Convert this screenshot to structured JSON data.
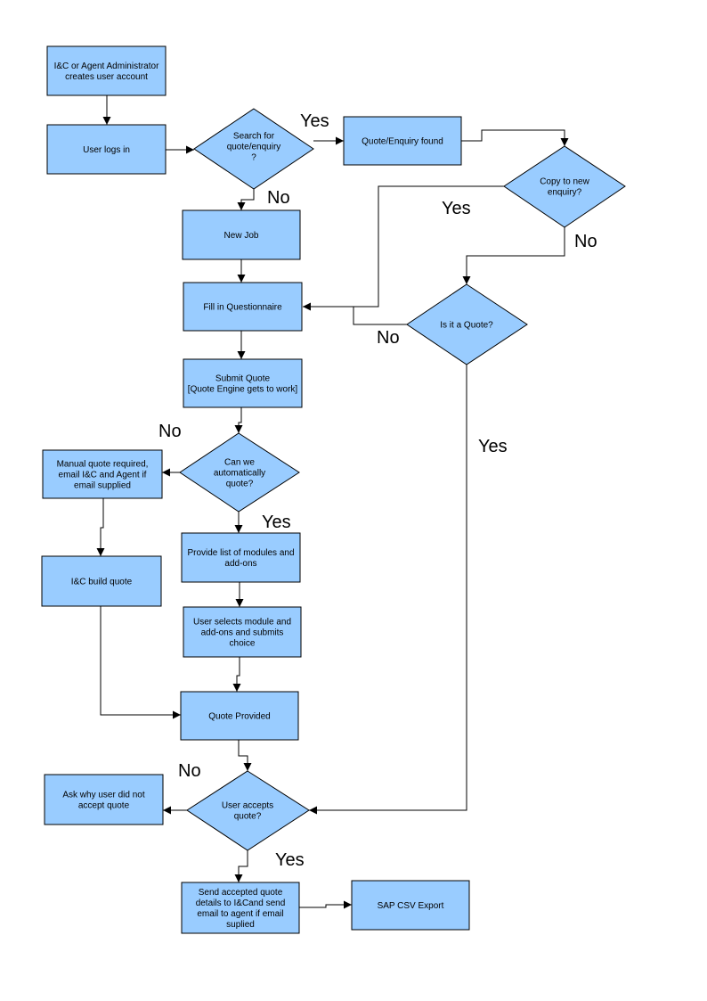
{
  "colors": {
    "node_fill": "#99ccff",
    "stroke": "#000000",
    "background": "#ffffff"
  },
  "nodes": {
    "admin_creates": {
      "lines": [
        "I&C or Agent Administrator",
        "creates user account"
      ]
    },
    "user_logs_in": {
      "lines": [
        "User logs in"
      ]
    },
    "search_decision": {
      "lines": [
        "Search for",
        "quote/enquiry",
        "?"
      ]
    },
    "quote_found": {
      "lines": [
        "Quote/Enquiry found"
      ]
    },
    "copy_decision": {
      "lines": [
        "Copy to new",
        "enquiry?"
      ]
    },
    "new_job": {
      "lines": [
        "New Job"
      ]
    },
    "fill_questionnaire": {
      "lines": [
        "Fill in Questionnaire"
      ]
    },
    "is_quote_decision": {
      "lines": [
        "Is it a Quote?"
      ]
    },
    "submit_quote": {
      "lines": [
        "Submit Quote",
        "[Quote Engine gets to work]"
      ]
    },
    "auto_quote_decision": {
      "lines": [
        "Can we",
        "automatically",
        "quote?"
      ]
    },
    "manual_quote": {
      "lines": [
        "Manual quote required,",
        "email I&C and Agent if",
        "email supplied"
      ]
    },
    "provide_modules": {
      "lines": [
        "Provide list of modules and",
        "add-ons"
      ]
    },
    "ic_build_quote": {
      "lines": [
        "I&C build quote"
      ]
    },
    "user_selects": {
      "lines": [
        "User selects module and",
        "add-ons and submits",
        "choice"
      ]
    },
    "quote_provided": {
      "lines": [
        "Quote Provided"
      ]
    },
    "ask_why": {
      "lines": [
        "Ask why user did not",
        "accept quote"
      ]
    },
    "accepts_decision": {
      "lines": [
        "User accepts",
        "quote?"
      ]
    },
    "send_accepted": {
      "lines": [
        "Send accepted quote",
        "details to I&Cand send",
        "email to agent if email",
        "suplied"
      ]
    },
    "sap_export": {
      "lines": [
        "SAP CSV Export"
      ]
    }
  },
  "edge_labels": {
    "search_yes": "Yes",
    "search_no": "No",
    "copy_yes": "Yes",
    "copy_no": "No",
    "is_quote_no": "No",
    "is_quote_yes": "Yes",
    "auto_no": "No",
    "auto_yes": "Yes",
    "accepts_no": "No",
    "accepts_yes": "Yes"
  }
}
